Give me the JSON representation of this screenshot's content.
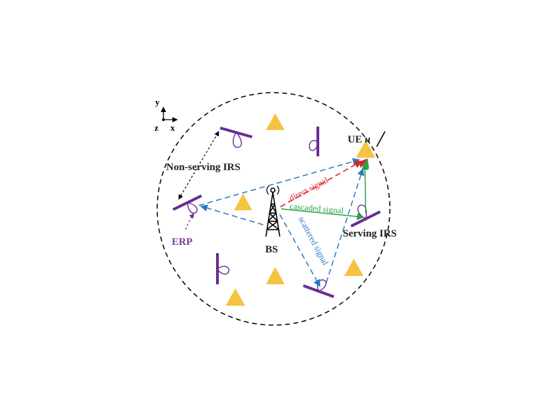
{
  "axes": {
    "y": "y",
    "x": "x",
    "z": "z"
  },
  "labels": {
    "non_serving_irs": "Non-serving IRS",
    "erp": "ERP",
    "bs": "BS",
    "ue": "UE",
    "ue_index": "u",
    "serving_irs": "Serving IRS"
  },
  "signals": {
    "direct": "direct signal",
    "cascaded": "cascaded signal",
    "scattered": "scattered signal"
  },
  "colors": {
    "ue_triangle": "#f5c242",
    "irs_panel": "#6a2c91",
    "direct": "#d9262b",
    "cascaded": "#27a348",
    "scattered": "#2a78c2",
    "erp_label": "#7a3aa0"
  },
  "icons": {
    "bs": "tower-icon",
    "ue": "triangle-icon",
    "irs": "irs-panel-icon"
  }
}
